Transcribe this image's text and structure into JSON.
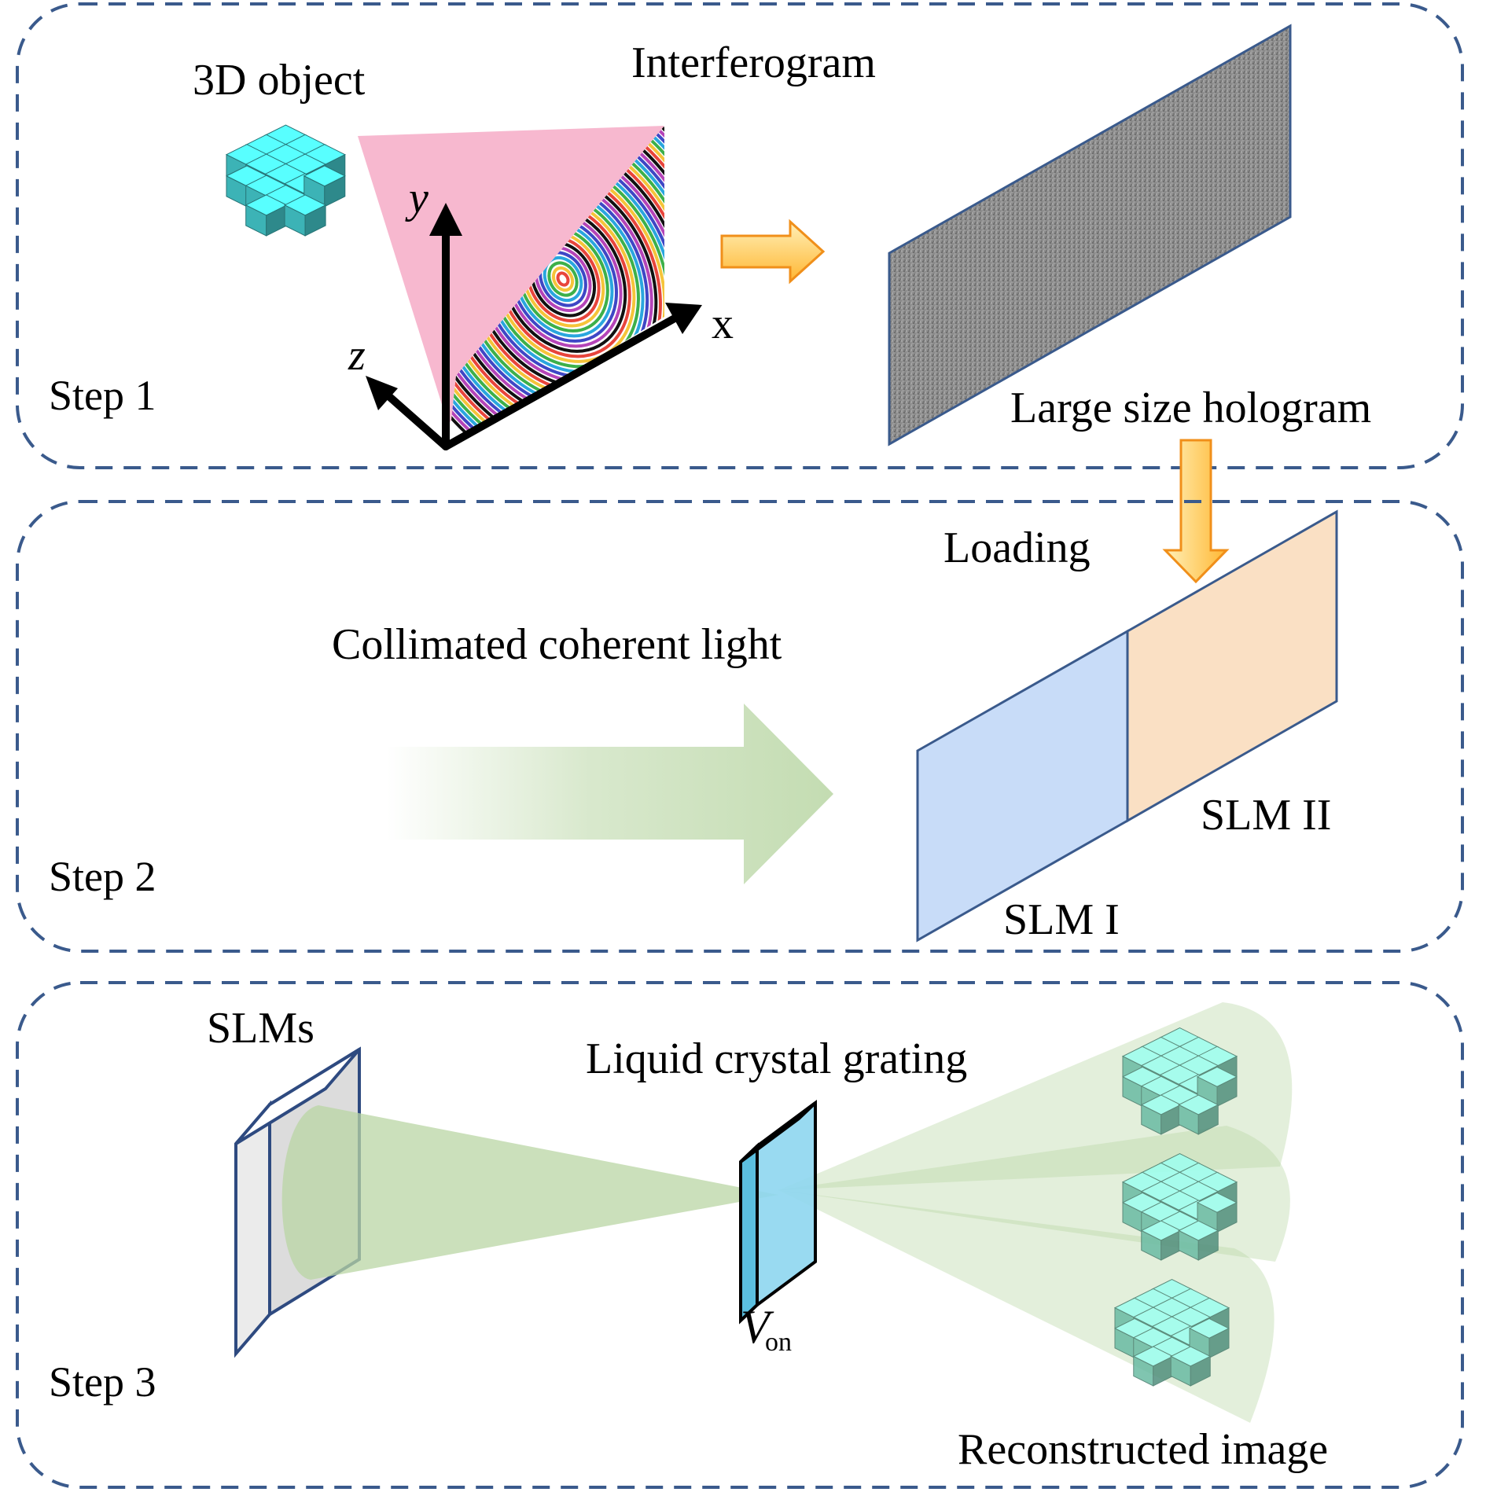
{
  "colors": {
    "frame_border": "#3a5a8c",
    "cyan_cube": "#46d3d6",
    "mint_cube": "#7ddcc0",
    "pink_beam": "#f7b8cf",
    "slm1_fill": "#c8dcf8",
    "slm2_fill": "#fae0c4",
    "green_beam": "#b9d6a4",
    "orange_arrow": "#ffc44d",
    "grating_fill": "#8ed6ef"
  },
  "step1": {
    "step_label": "Step 1",
    "object_label": "3D object",
    "interferogram_label": "Interferogram",
    "axis_x": "x",
    "axis_y": "y",
    "axis_z": "z",
    "hologram_label": "Large size hologram"
  },
  "step2": {
    "step_label": "Step 2",
    "loading_label": "Loading",
    "light_label": "Collimated coherent light",
    "slm1_label": "SLM I",
    "slm2_label": "SLM II"
  },
  "step3": {
    "step_label": "Step 3",
    "slms_label": "SLMs",
    "grating_label": "Liquid crystal grating",
    "voltage_main": "V",
    "voltage_sub": "on",
    "reconstructed_label": "Reconstructed image"
  },
  "icons": {
    "arrow_right": "orange-right-arrow-icon",
    "arrow_down": "orange-down-arrow-icon",
    "cube_cluster": "cube-cluster-icon"
  }
}
